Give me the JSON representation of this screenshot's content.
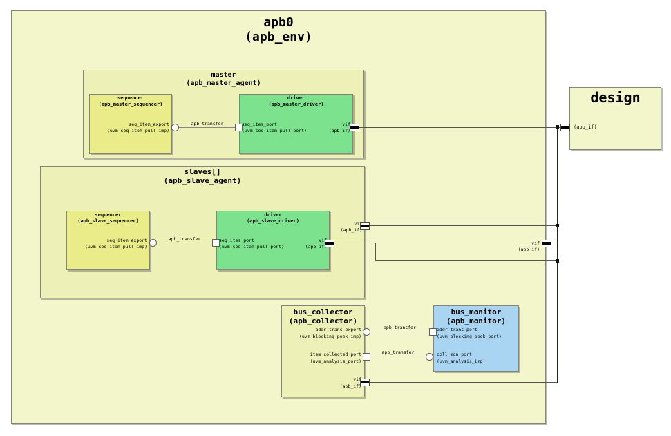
{
  "env": {
    "title": "apb0",
    "subtitle": "(apb_env)"
  },
  "design": {
    "title": "design",
    "port_label": "(apb_if)"
  },
  "master": {
    "title": "master",
    "subtitle": "(apb_master_agent)",
    "wire_label": "apb_transfer",
    "sequencer": {
      "title": "sequencer",
      "subtitle": "(apb_master_sequencer)",
      "export_l1": "seq_item_export",
      "export_l2": "(uvm_seq_item_pull_imp)"
    },
    "driver": {
      "title": "driver",
      "subtitle": "(apb_master_driver)",
      "port_l1": "seq_item_port",
      "port_l2": "(uvm_seq_item_pull_port)",
      "vif_l1": "vif",
      "vif_l2": "(apb_if)"
    }
  },
  "slaves": {
    "title": "slaves[]",
    "subtitle": "(apb_slave_agent)",
    "wire_label": "apb_transfer",
    "vif_l1": "vif",
    "vif_l2": "(apb_if)",
    "sequencer": {
      "title": "sequencer",
      "subtitle": "(apb_slave_sequencer)",
      "export_l1": "seq_item_export",
      "export_l2": "(uvm_seq_item_pull_imp)"
    },
    "driver": {
      "title": "driver",
      "subtitle": "(apb_slave_driver)",
      "port_l1": "seq_item_port",
      "port_l2": "(uvm_seq_item_pull_port)",
      "vif_l1": "vif",
      "vif_l2": "(apb_if)"
    }
  },
  "collector": {
    "title": "bus_collector",
    "subtitle": "(apb_collector)",
    "wire1_label": "apb_transfer",
    "wire2_label": "apb_transfer",
    "addr_l1": "addr_trans_export",
    "addr_l2": "(uvm_blocking_peek_imp)",
    "item_l1": "item_collected_port",
    "item_l2": "(uvm_analysis_port)",
    "vif_l1": "vif",
    "vif_l2": "(apb_if)"
  },
  "monitor": {
    "title": "bus_monitor",
    "subtitle": "(apb_monitor)",
    "addr_l1": "addr_trans_port",
    "addr_l2": "(uvm_blocking_peek_port)",
    "coll_l1": "coll_mon_port",
    "coll_l2": "(uvm_analysis_imp)"
  },
  "env_vif": {
    "l1": "vif",
    "l2": "(apb_if)"
  },
  "colors": {
    "env_fill": "#f2f6ca",
    "agent_fill": "#edf1b8",
    "sequencer_fill": "#e9ec88",
    "driver_fill": "#7de28e",
    "monitor_fill": "#aad5f2",
    "design_fill": "#f2f6ca",
    "border": "#84847a",
    "wire": "#8a8a80",
    "net": "#25251f"
  }
}
